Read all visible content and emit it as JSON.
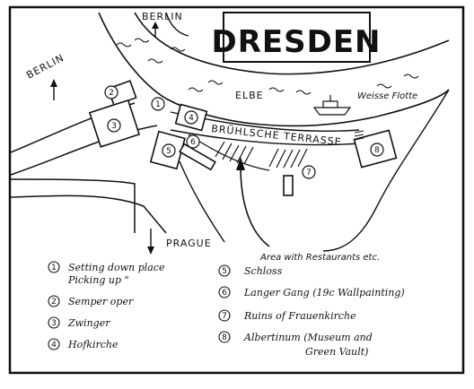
{
  "map": {
    "title": "DRESDEN",
    "river": "ELBE",
    "boat": "Weisse Flotte",
    "terrace": "BRÜHLSCHE TERRASSE",
    "road_north": "BERLIN",
    "road_northwest": "BERLIN",
    "road_south": "PRAGUE",
    "area_note": "Area with Restaurants etc."
  },
  "markers": [
    {
      "num": "1"
    },
    {
      "num": "2"
    },
    {
      "num": "3"
    },
    {
      "num": "4"
    },
    {
      "num": "5"
    },
    {
      "num": "6"
    },
    {
      "num": "7"
    },
    {
      "num": "8"
    }
  ],
  "legend": {
    "left": [
      {
        "num": "1",
        "lines": [
          "Setting down place",
          "Picking up \""
        ]
      },
      {
        "num": "2",
        "lines": [
          "Semper oper"
        ]
      },
      {
        "num": "3",
        "lines": [
          "Zwinger"
        ]
      },
      {
        "num": "4",
        "lines": [
          "Hofkirche"
        ]
      }
    ],
    "right": [
      {
        "num": "5",
        "lines": [
          "Schloss"
        ]
      },
      {
        "num": "6",
        "lines": [
          "Langer Gang (19c Wallpainting)"
        ]
      },
      {
        "num": "7",
        "lines": [
          "Ruins of Frauenkirche"
        ]
      },
      {
        "num": "8",
        "lines": [
          "Albertinum (Museum and",
          "Green Vault)"
        ]
      }
    ]
  }
}
